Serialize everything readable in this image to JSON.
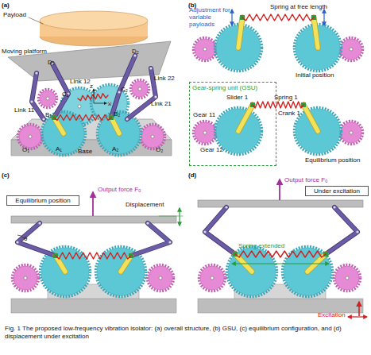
{
  "diagram": {
    "caption": "Fig. 1 The proposed low-frequency vibration isolator: (a) overall structure, (b) GSU, (c) equilibrium configuration, and (d) displacement under excitation",
    "nodes": [
      {
        "text": [
          "Gear-spring unit (GSU)"
        ]
      },
      {
        "text": [
          "Equilibrium position"
        ]
      },
      {
        "text": [
          "Under excitation"
        ]
      }
    ],
    "labels": [
      "(a)",
      "Payload",
      "Moving platform",
      "D₁",
      "D₂",
      "Link 22",
      "Link 12",
      "C₁",
      "C₂",
      "Link 21",
      "Link 11",
      "B₁",
      "B₂",
      "z",
      "x",
      "O₁",
      "A₁",
      "A₂",
      "O₂",
      "Base",
      "(b)",
      "Adjustment for variable payloads",
      "Spring at free length",
      "Initial position",
      "Slider 1",
      "Gear 11",
      "Spring 1",
      "Crank 1",
      "Gear 12",
      "Equilibrium position",
      "(c)",
      "Output force Fₒ",
      "Displacement",
      "θ",
      "(d)",
      "Output force Fₒ",
      "Spring extended",
      "Excitation"
    ]
  }
}
